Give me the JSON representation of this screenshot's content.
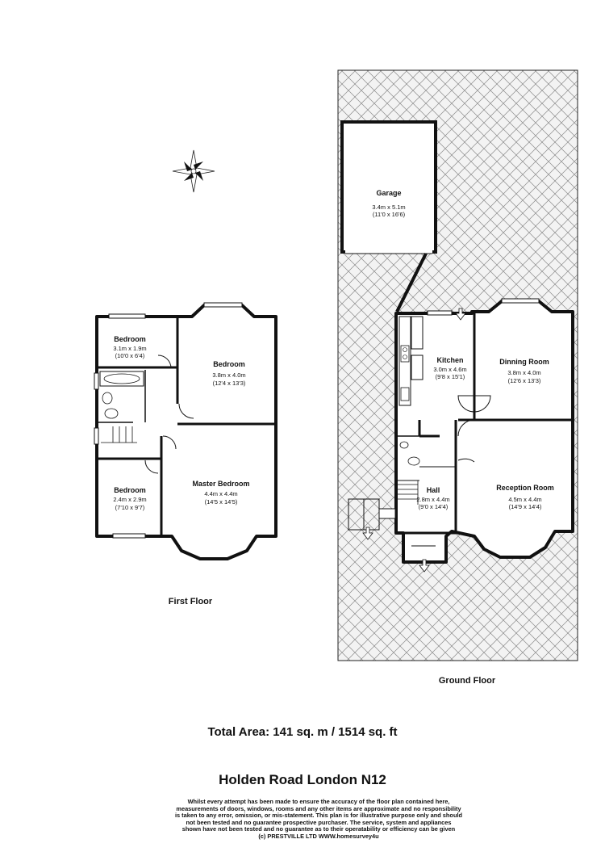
{
  "first_floor": {
    "label": "First Floor",
    "rooms": [
      {
        "name": "Bedroom",
        "metric": "3.1m x 1.9m",
        "imperial": "(10'0 x 6'4)"
      },
      {
        "name": "Bedroom",
        "metric": "3.8m x 4.0m",
        "imperial": "(12'4 x 13'3)"
      },
      {
        "name": "Master Bedroom",
        "metric": "4.4m x 4.4m",
        "imperial": "(14'5 x 14'5)"
      },
      {
        "name": "Bedroom",
        "metric": "2.4m x 2.9m",
        "imperial": "(7'10 x 9'7)"
      }
    ]
  },
  "ground_floor": {
    "label": "Ground Floor",
    "rooms": [
      {
        "name": "Garage",
        "metric": "3.4m x 5.1m",
        "imperial": "(11'0 x 16'6)"
      },
      {
        "name": "Kitchen",
        "metric": "3.0m x 4.6m",
        "imperial": "(9'8 x 15'1)"
      },
      {
        "name": "Dinning Room",
        "metric": "3.8m x 4.0m",
        "imperial": "(12'6 x 13'3)"
      },
      {
        "name": "Hall",
        "metric": "2.8m x 4.4m",
        "imperial": "(9'0 x 14'4)"
      },
      {
        "name": "Reception Room",
        "metric": "4.5m x 4.4m",
        "imperial": "(14'9 x 14'4)"
      }
    ]
  },
  "total_area": "Total Area: 141 sq. m  / 1514 sq. ft",
  "address": "Holden Road London N12",
  "disclaimer": [
    "Whilst every attempt has been made to ensure the accuracy of the floor plan contained here,",
    "measurements of doors, windows, rooms and any other items are approximate and no responsibility",
    "is taken to any error, omission, or mis-statement. This plan is for illustrative purpose only and should",
    "not been tested and no guarantee prospective purchaser. The service, system and appliances",
    "shown have not been tested and no guarantee as to their operatability or efficiency can be given",
    "(c) PRESTVILLE LTD WWW.homesurvey4u"
  ],
  "icons": {
    "compass": "compass-rose-icon",
    "entrance": "entrance-arrow-icon"
  }
}
